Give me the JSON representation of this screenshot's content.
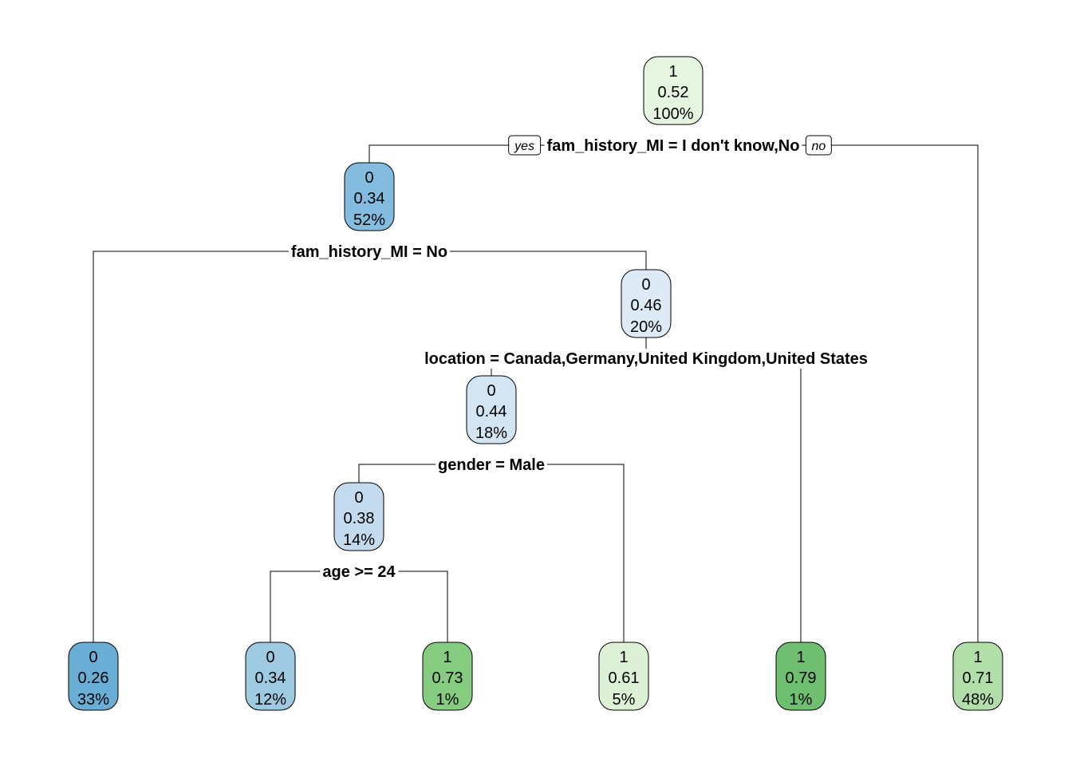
{
  "tree": {
    "nodes": [
      {
        "id": "root",
        "cls": "1",
        "prob": "0.52",
        "pct": "100%",
        "color": "#e5f5e0"
      },
      {
        "id": "n2",
        "cls": "0",
        "prob": "0.34",
        "pct": "52%",
        "color": "#84bce0"
      },
      {
        "id": "n5",
        "cls": "0",
        "prob": "0.46",
        "pct": "20%",
        "color": "#deebf7"
      },
      {
        "id": "n10",
        "cls": "0",
        "prob": "0.44",
        "pct": "18%",
        "color": "#d3e4f3"
      },
      {
        "id": "n20",
        "cls": "0",
        "prob": "0.38",
        "pct": "14%",
        "color": "#c4daee"
      },
      {
        "id": "l1",
        "cls": "0",
        "prob": "0.26",
        "pct": "33%",
        "color": "#6aaed6"
      },
      {
        "id": "l2",
        "cls": "0",
        "prob": "0.34",
        "pct": "12%",
        "color": "#9ecae1"
      },
      {
        "id": "l3",
        "cls": "1",
        "prob": "0.73",
        "pct": "1%",
        "color": "#85cc80"
      },
      {
        "id": "l4",
        "cls": "1",
        "prob": "0.61",
        "pct": "5%",
        "color": "#dcf1d6"
      },
      {
        "id": "l5",
        "cls": "1",
        "prob": "0.79",
        "pct": "1%",
        "color": "#6fbf70"
      },
      {
        "id": "l6",
        "cls": "1",
        "prob": "0.71",
        "pct": "48%",
        "color": "#b2dfa9"
      }
    ],
    "splits": [
      {
        "id": "s1",
        "label": "fam_history_MI = I don't know,No"
      },
      {
        "id": "s2",
        "label": "fam_history_MI = No"
      },
      {
        "id": "s3",
        "label": "location = Canada,Germany,United Kingdom,United States"
      },
      {
        "id": "s4",
        "label": "gender = Male"
      },
      {
        "id": "s5",
        "label": "age >= 24"
      }
    ],
    "yes_label": "yes",
    "no_label": "no"
  }
}
